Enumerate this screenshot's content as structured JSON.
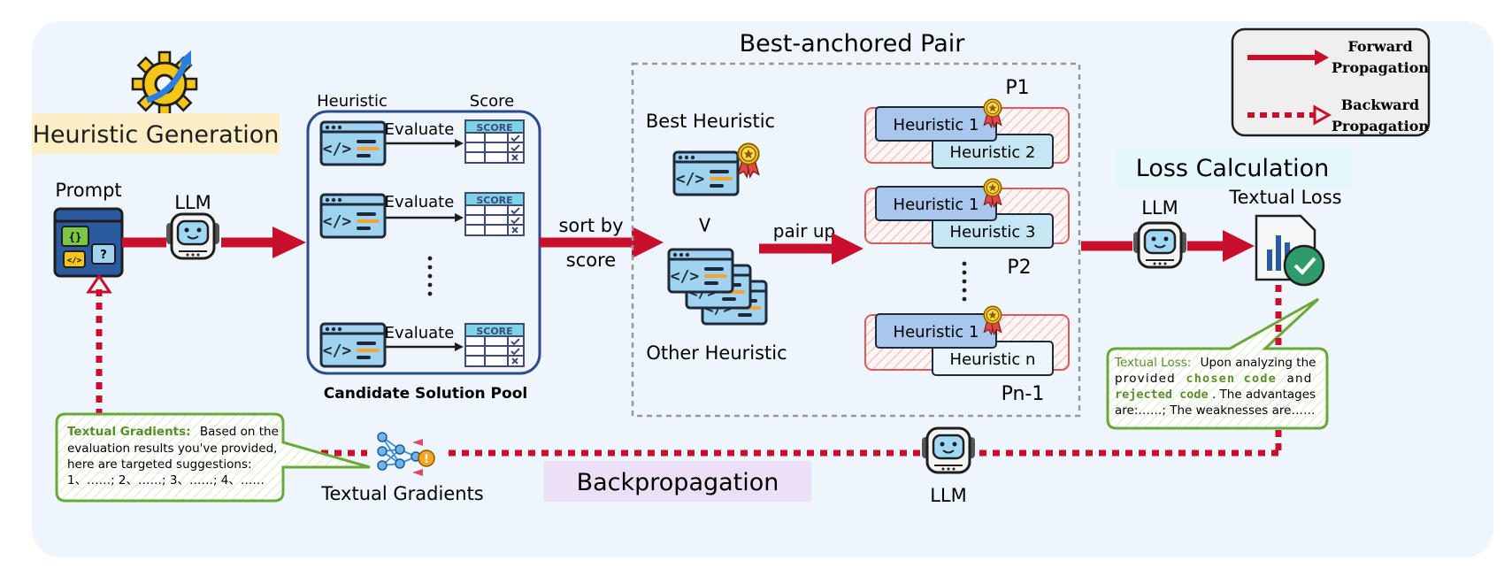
{
  "legend": {
    "forward_line1": "Forward",
    "forward_line2": "Propagation",
    "backward_line1": "Backward",
    "backward_line2": "Propagation"
  },
  "labels": {
    "heuristic_generation": "Heuristic Generation",
    "prompt": "Prompt",
    "llm_main": "LLM",
    "llm_loss": "LLM",
    "llm_bottom": "LLM",
    "col_heuristic": "Heuristic",
    "col_score": "Score",
    "evaluate": "Evaluate",
    "score_badge": "SCORE",
    "candidate_pool": "Candidate Solution Pool",
    "sort_by": "sort by",
    "score": "score",
    "best_anchored_pair": "Best-anchored Pair",
    "best_heuristic": "Best Heuristic",
    "other_heuristic": "Other Heuristic",
    "greater_than": ">",
    "pair_up": "pair up",
    "loss_calculation": "Loss Calculation",
    "textual_loss_title": "Textual Loss",
    "backpropagation": "Backpropagation",
    "textual_gradients": "Textual Gradients"
  },
  "pairs": [
    {
      "tag": "P1",
      "top": "Heuristic 1",
      "bottom": "Heuristic 2"
    },
    {
      "tag": "P2",
      "top": "Heuristic 1",
      "bottom": "Heuristic 3"
    },
    {
      "tag": "Pn-1",
      "top": "Heuristic 1",
      "bottom": "Heuristic n"
    }
  ],
  "loss_bubble": {
    "label": "Textual Loss:",
    "line1_rest": "Upon analyzing the",
    "line2_pre": "provided",
    "chosen": "chosen code",
    "and": "and",
    "rejected": "rejected code",
    "line3_rest": ". The advantages",
    "line4": "are:……; The weaknesses are……"
  },
  "gradient_bubble": {
    "label": "Textual Gradients:",
    "line1_rest": "Based on the",
    "line2": "evaluation results you've provided,",
    "line3": "here are targeted suggestions:",
    "line4": "1、……;  2、……;  3、……;  4、……"
  },
  "colors": {
    "panel_bg": "#eef5fb",
    "forward_red": "#c8102e",
    "pool_border": "#2e4a8c",
    "card_blue": "#a9c7ec",
    "card_light": "#c7e6f3",
    "bubble_green": "#6aa83a",
    "loss_green": "#5b8c2a"
  }
}
